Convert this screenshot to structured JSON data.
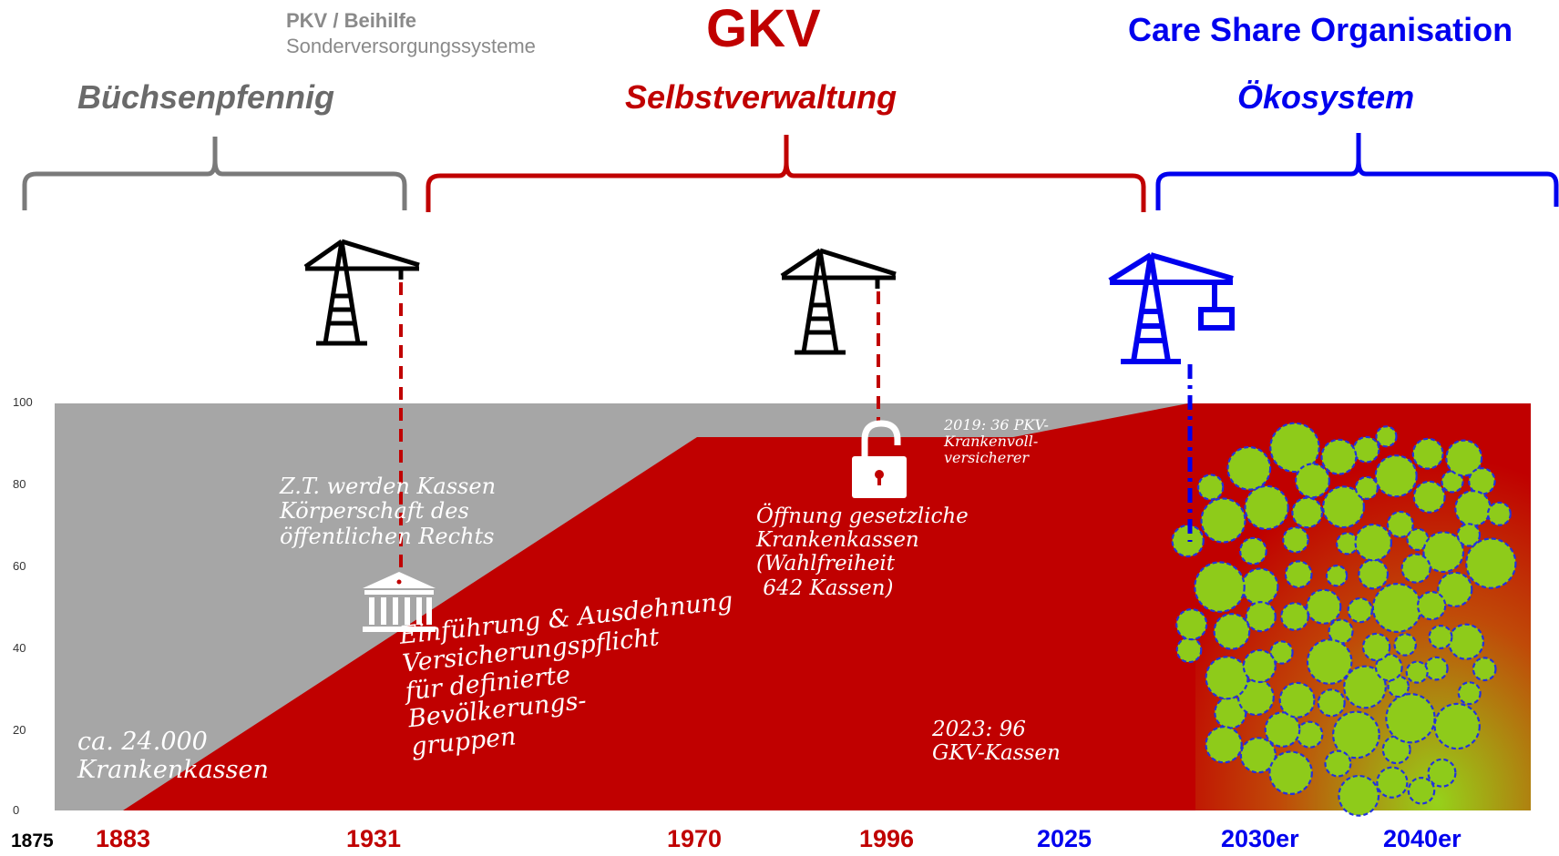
{
  "header": {
    "pkv_line1": "PKV / Beihilfe",
    "pkv_line2": "Sonderversorgungssysteme",
    "gkv": "GKV",
    "cso": "Care Share Organisation"
  },
  "eras": [
    {
      "label": "Büchsenpfennig",
      "color": "#6a6a6a"
    },
    {
      "label": "Selbstverwaltung",
      "color": "#c00000"
    },
    {
      "label": "Ökosystem",
      "color": "#0000ee"
    }
  ],
  "annotations": {
    "koerperschaft": [
      "Z.T. werden Kassen",
      "Körperschaft des",
      "öffentlichen Rechts"
    ],
    "pflicht": [
      "Einführung & Ausdehnung",
      "Versicherungspflicht",
      "für definierte",
      "Bevölkerungs-",
      "gruppen"
    ],
    "kassen_1883": [
      "ca. 24.000",
      "Krankenkassen"
    ],
    "oeffnung": [
      "Öffnung gesetzliche",
      "Krankenkassen",
      "(Wahlfreiheit",
      " 642 Kassen)"
    ],
    "pkv_2019": [
      "2019: 36 PKV-",
      "Krankenvoll-",
      "versicherer"
    ],
    "gkv_2023": [
      "2023: 96",
      "GKV-Kassen"
    ]
  },
  "icons": {
    "crane": "crane-icon",
    "crane_with_load": "crane-with-load-icon",
    "building": "public-building-icon",
    "lock": "open-padlock-icon",
    "map": "germany-bubble-map-icon"
  },
  "colors": {
    "gkv_red": "#c00000",
    "pkv_grey": "#a6a6a6",
    "future_blue": "#0000ee",
    "eco_green": "#8ecb1a"
  },
  "chart_data": {
    "type": "area",
    "ylim": [
      0,
      100
    ],
    "yticks": [
      "0",
      "20",
      "40",
      "60",
      "80",
      "100"
    ],
    "xticks": [
      {
        "label": "1875",
        "color": "#000000"
      },
      {
        "label": "1883",
        "color": "#c00000"
      },
      {
        "label": "1931",
        "color": "#c00000"
      },
      {
        "label": "1970",
        "color": "#c00000"
      },
      {
        "label": "1996",
        "color": "#c00000"
      },
      {
        "label": "2025",
        "color": "#0000ee"
      },
      {
        "label": "2030er",
        "color": "#0000ee"
      },
      {
        "label": "2040er",
        "color": "#0000ee"
      }
    ],
    "series": [
      {
        "values": [
          {
            "x": 1875,
            "y": 0
          },
          {
            "x": 1883,
            "y": 0
          },
          {
            "x": 1970,
            "y": 91
          },
          {
            "x": 2016,
            "y": 91
          },
          {
            "x": 2025,
            "y": 100
          },
          {
            "x": 2045,
            "y": 100
          }
        ]
      },
      {
        "values": [
          {
            "x": 1875,
            "y": 100
          },
          {
            "x": 2045,
            "y": 100
          }
        ]
      }
    ],
    "grid": false,
    "legend": "none"
  }
}
